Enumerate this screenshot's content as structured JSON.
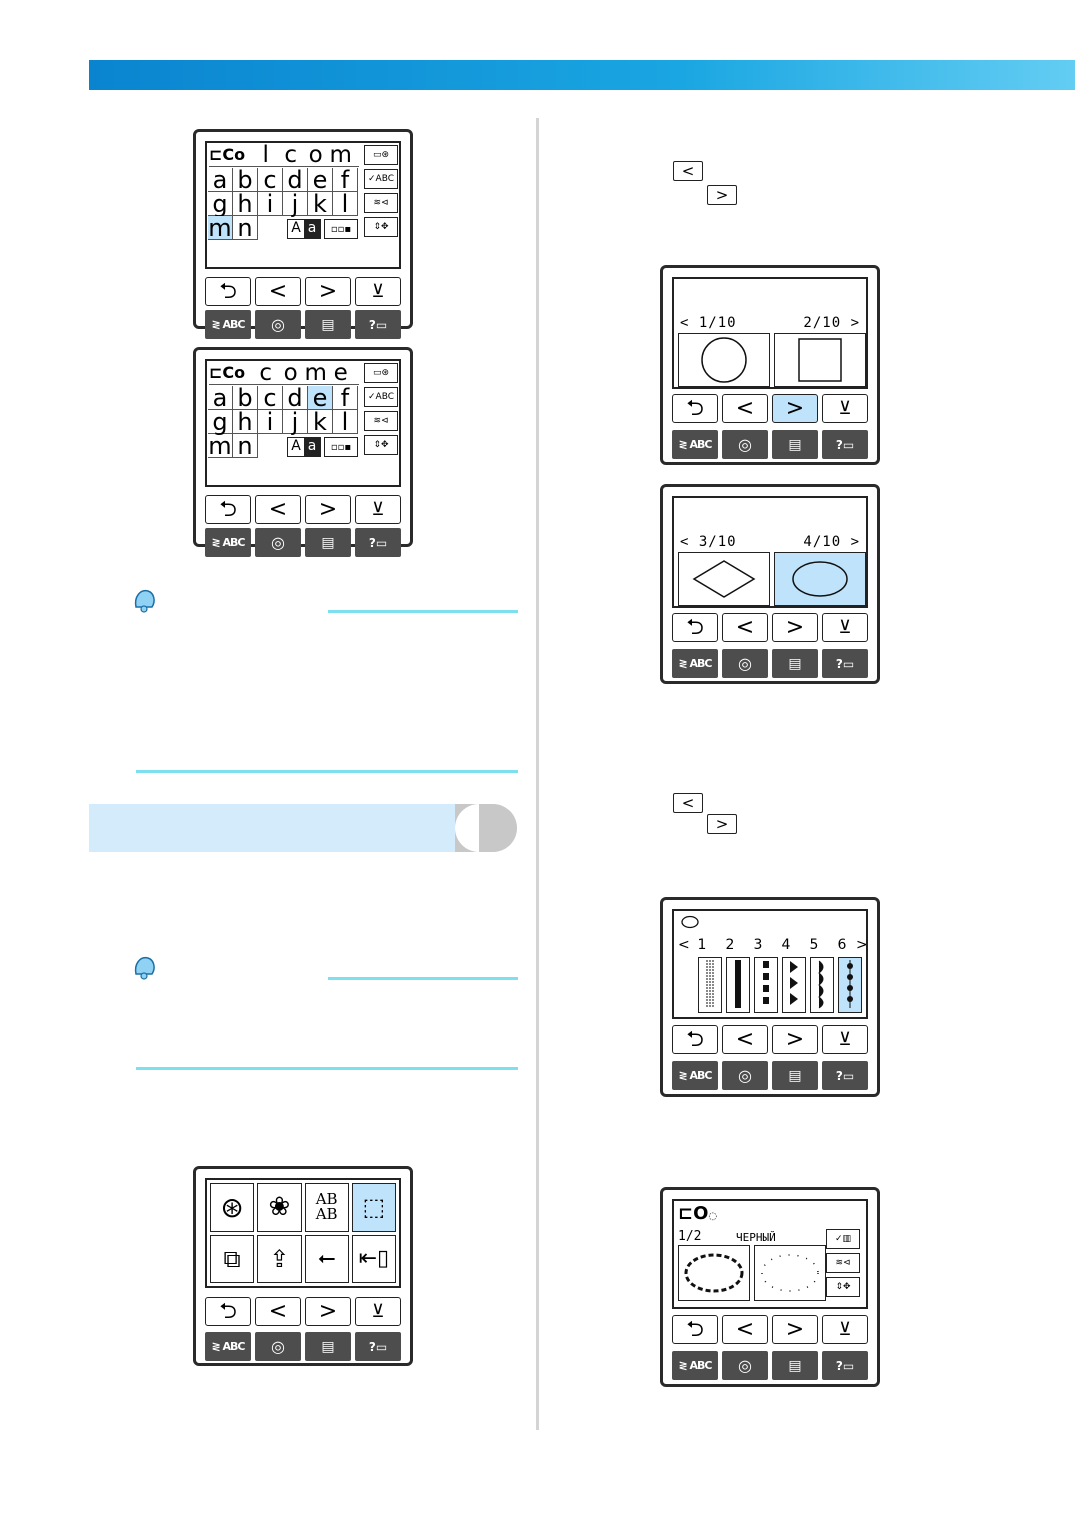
{
  "colors": {
    "accent": "#1aa6e2",
    "highlight": "#bfe3fb",
    "note_line": "#7ee0ee"
  },
  "screens": {
    "keyboard1": {
      "header": [
        "l",
        "c",
        "o",
        "m"
      ],
      "rows": [
        [
          "a",
          "b",
          "c",
          "d",
          "e",
          "f"
        ],
        [
          "g",
          "h",
          "i",
          "j",
          "k",
          "l"
        ],
        [
          "m",
          "n"
        ]
      ],
      "case_keys": [
        "A",
        "a"
      ],
      "highlighted": "m"
    },
    "keyboard2": {
      "header": [
        "c",
        "o",
        "m",
        "e"
      ],
      "rows": [
        [
          "a",
          "b",
          "c",
          "d",
          "e",
          "f"
        ],
        [
          "g",
          "h",
          "i",
          "j",
          "k",
          "l"
        ],
        [
          "m",
          "n"
        ]
      ],
      "case_keys": [
        "A",
        "a"
      ],
      "highlighted": "e"
    },
    "frames1": {
      "left_label": "< 1/10",
      "right_label": "2/10 >"
    },
    "frames2": {
      "left_label": "< 3/10",
      "right_label": "4/10 >"
    },
    "stitches": {
      "numbers": [
        "1",
        "2",
        "3",
        "4",
        "5",
        "6"
      ],
      "prev": "<",
      "next": ">"
    },
    "preview": {
      "page": "1/2",
      "color_name": "ЧЕРНЫЙ"
    }
  },
  "nav": {
    "back": "⮌",
    "prev": "<",
    "next": ">"
  },
  "func": {
    "help": "?"
  },
  "inline_keys": {
    "prev": "<",
    "next": ">"
  },
  "side_labels": {
    "abc": "✓ABC"
  }
}
